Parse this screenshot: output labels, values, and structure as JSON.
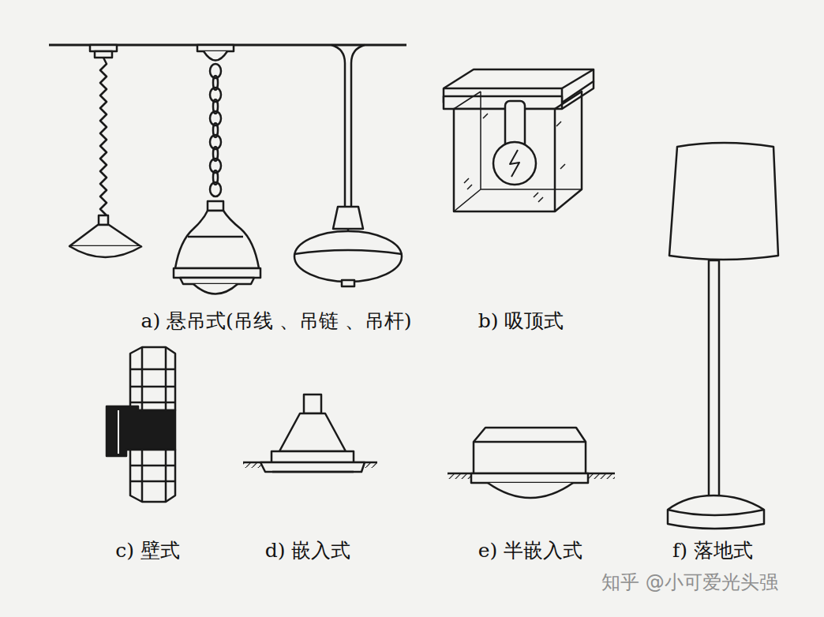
{
  "diagram": {
    "labels": [
      "a) 悬吊式(吊线 、吊链 、吊杆)",
      "b) 吸顶式",
      "c) 壁式",
      "d) 嵌入式",
      "e) 半嵌入式",
      "f) 落地式",
      "知乎 @小可爱光头强"
    ]
  }
}
